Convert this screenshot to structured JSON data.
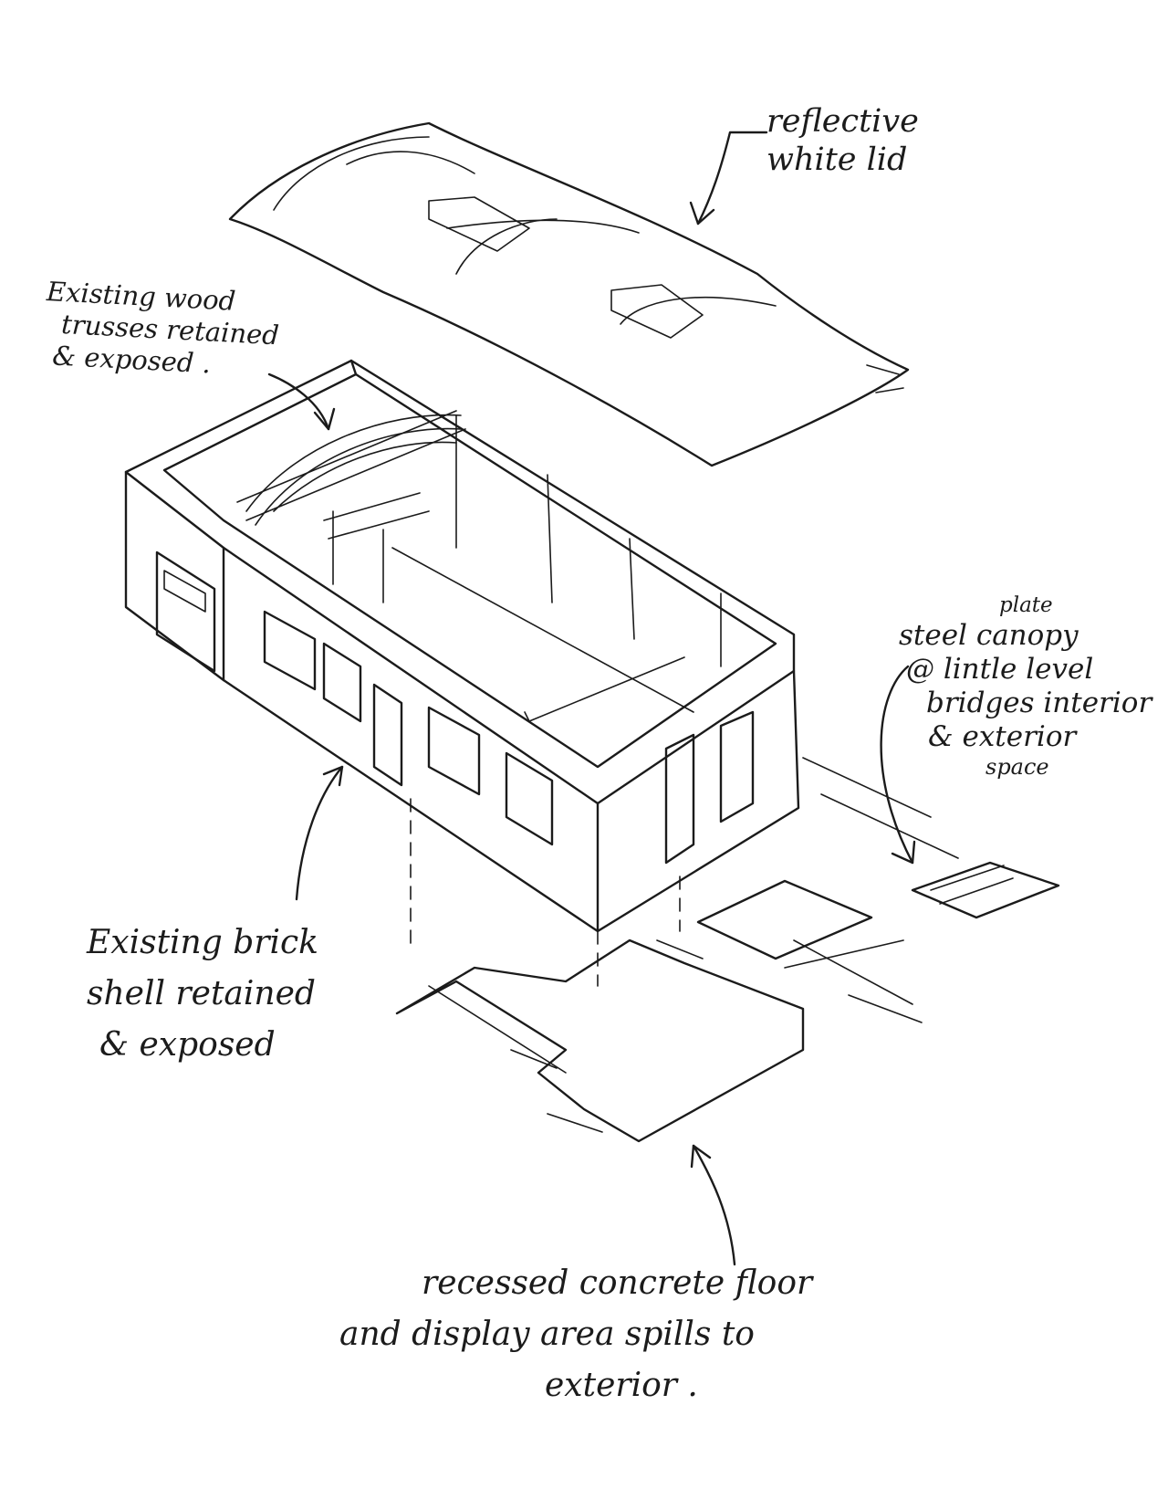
{
  "annotations": {
    "lid": [
      "reflective",
      "white lid"
    ],
    "trusses": [
      "Existing wood",
      "trusses retained",
      "& exposed ."
    ],
    "canopy": [
      "plate",
      "steel canopy",
      "@ lintle level",
      "bridges interior",
      "& exterior",
      "space"
    ],
    "brick_shell": [
      "Existing brick",
      "shell retained",
      "& exposed"
    ],
    "floor": [
      "recessed concrete floor",
      "and display area spills to",
      "exterior ."
    ]
  },
  "colors": {
    "ink": "#1b1b1b",
    "paper": "#ffffff"
  }
}
